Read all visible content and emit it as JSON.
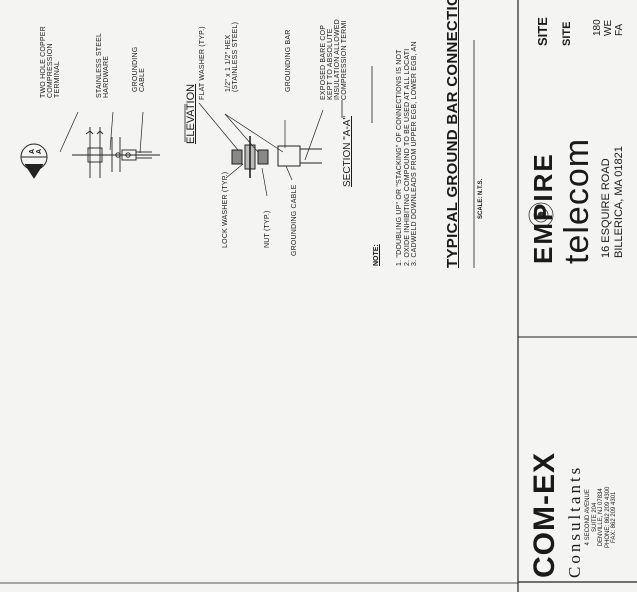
{
  "labels": {
    "terminal": [
      "TWO HOLE COPPER",
      "COMPRESSION",
      "TERMINAL"
    ],
    "hardware": [
      "STAINLESS STEEL",
      "HARDWARE"
    ],
    "grounding_cable_top": [
      "GROUNDING",
      "CABLE"
    ],
    "flat_washer": "FLAT WASHER (TYP.)",
    "hex": [
      "1/2\" x 1 1/2\" HEX",
      "(STAINLESS STEEL)"
    ],
    "grounding_bar": "GROUNDING BAR",
    "exposed": [
      "EXPOSED BARE COP",
      "KEPT TO ABSOLUTE",
      "INSULATION ALLOWED",
      "COMPRESSION TERMI"
    ],
    "elevation": "ELEVATION",
    "lock_washer": "LOCK WASHER (TYP.)",
    "nut": "NUT (TYP.)",
    "grounding_cable_bottom": "GROUNDING CABLE",
    "section_title": "SECTION \"A-A\"",
    "section_marker": "A",
    "notes_heading": "NOTE:",
    "notes": [
      "1. \"DOUBLING UP\" OR \"STACKING\" OF CONNECTIONS IS NOT",
      "2. OXIDE INHIBITING COMPOUND TO BE USED AT ALL LOCATI",
      "3. CADWELD DOWNLEADS FROM UPPER EGB, LOWER EGB, AN"
    ]
  },
  "title": {
    "main": "TYPICAL GROUND BAR CONNECTION",
    "scale": "SCALE: N.T.S."
  },
  "title_block": {
    "comex": {
      "logo": "COM-EX",
      "name": "Consultants",
      "address": [
        "4 SECOND AVENUE",
        "SUITE 204",
        "DENVILLE, NJ 07834",
        "PHONE: 862 209 4300",
        "FAX: 862 209 4301"
      ]
    },
    "empire": {
      "logo_top": "EMPIRE",
      "logo_bottom": "telecom",
      "address": [
        "16 ESQUIRE ROAD",
        "BILLERICA, MA 01821"
      ]
    },
    "site": {
      "label1": "SITE",
      "label2": "SITE",
      "lines": [
        "180",
        "WE",
        "FA"
      ]
    }
  }
}
